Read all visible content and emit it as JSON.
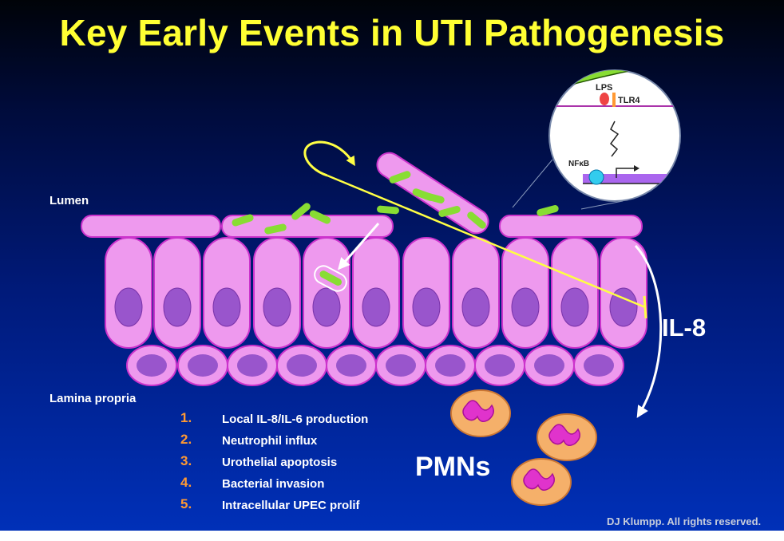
{
  "title": "Key Early Events in UTI Pathogenesis",
  "labels": {
    "lumen": "Lumen",
    "lamina_propria": "Lamina propria",
    "il8": "IL-8",
    "pmns": "PMNs",
    "lps": "LPS",
    "tlr4": "TLR4",
    "nfkb": "NFκB"
  },
  "events": [
    {
      "num": "1.",
      "text": "Local IL-8/IL-6 production"
    },
    {
      "num": "2.",
      "text": "Neutrophil influx"
    },
    {
      "num": "3.",
      "text": "Urothelial apoptosis"
    },
    {
      "num": "4.",
      "text": "Bacterial invasion"
    },
    {
      "num": "5.",
      "text": "Intracellular UPEC prolif"
    }
  ],
  "credit": "DJ Klumpp.  All rights reserved.",
  "colors": {
    "title": "#ffff33",
    "cell_fill": "#ee99ee",
    "cell_stroke": "#cc33cc",
    "nucleus": "#9955cc",
    "bacteria": "#88dd33",
    "signal_arrow": "#ffff44",
    "list_numbers": "#ff9933",
    "pmn_fill": "#f5b06a"
  }
}
